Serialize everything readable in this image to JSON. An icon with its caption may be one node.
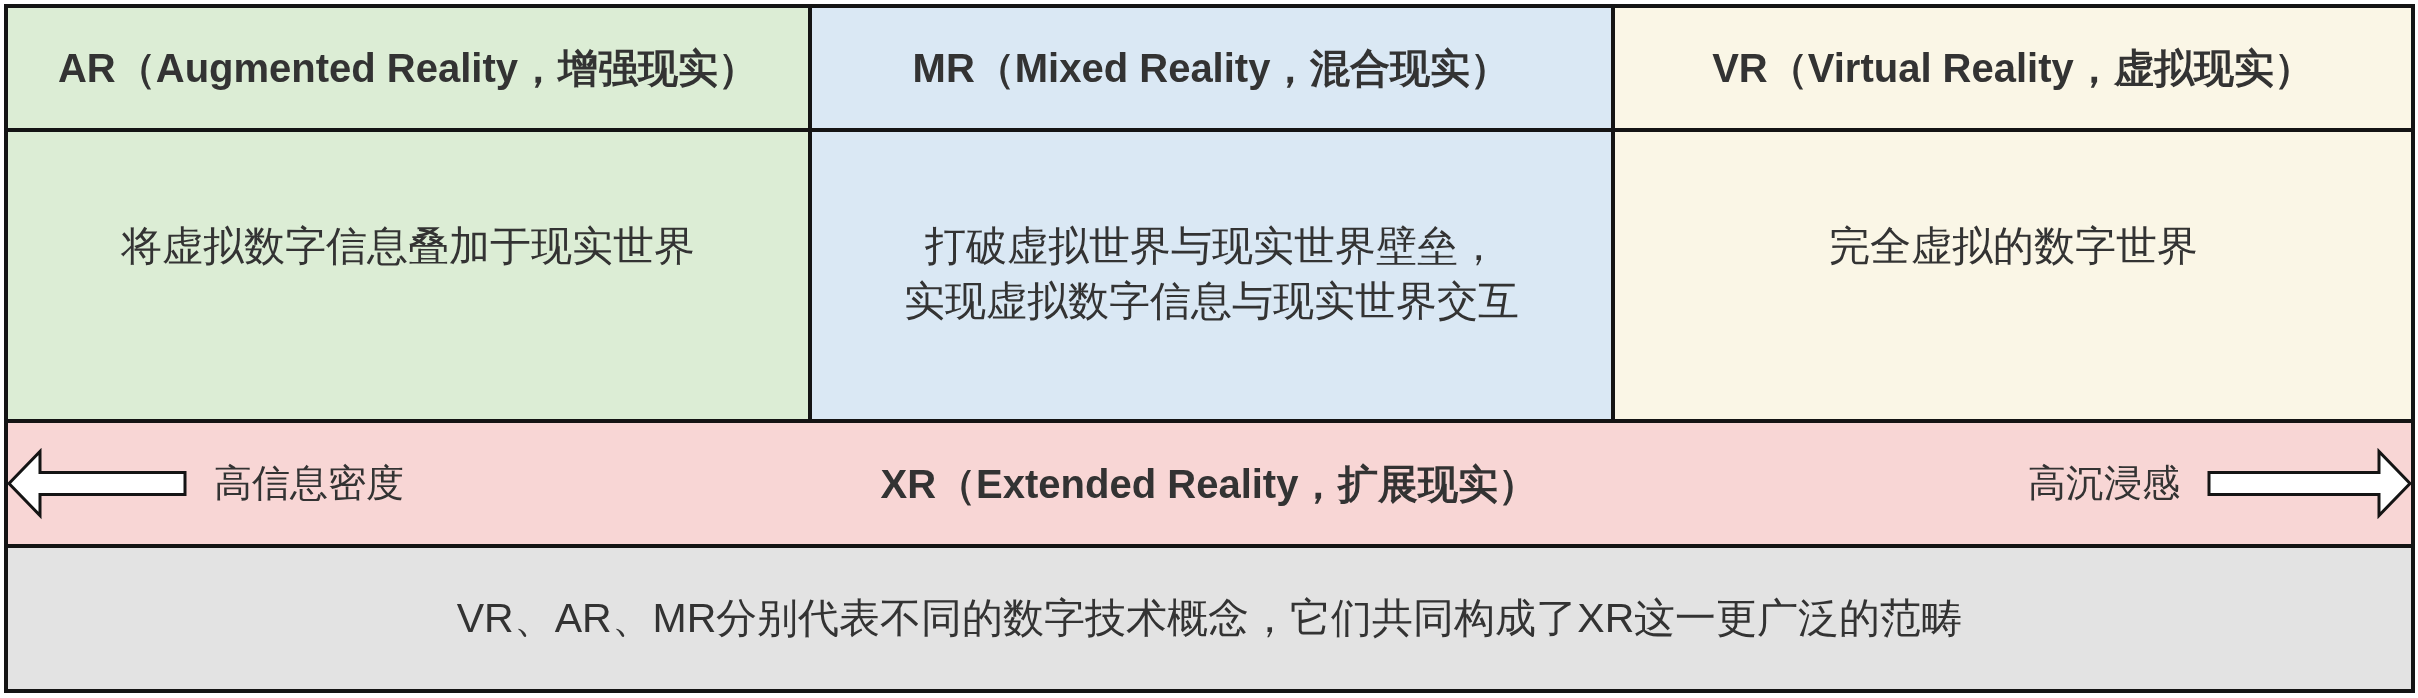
{
  "diagram": {
    "nodes": [
      {
        "text": [
          "AR（Augmented Reality，增强现实）"
        ]
      },
      {
        "text": [
          "MR（Mixed Reality，混合现实）"
        ]
      },
      {
        "text": [
          "VR（Virtual Reality，虚拟现实）"
        ]
      },
      {
        "text": [
          "将虚拟数字信息叠加于现实世界"
        ]
      },
      {
        "text": [
          "打破虚拟世界与现实世界壁垒，实现虚拟数字信息与现实世界交互"
        ]
      },
      {
        "text": [
          "完全虚拟的数字世界"
        ]
      },
      {
        "text": [
          "XR（Extended Reality，扩展现实）"
        ]
      },
      {
        "text": [
          "高信息密度"
        ],
        "in": 6
      },
      {
        "text": [
          "高沉浸感"
        ],
        "in": 6
      },
      {
        "text": [
          "VR、AR、MR分别代表不同的数字技术概念，它们共同构成了XR这一更广泛的范畴"
        ]
      }
    ],
    "edges": [
      {
        "from": 7,
        "to": null,
        "arrow": "to"
      },
      {
        "from": 8,
        "to": null,
        "arrow": "to"
      }
    ]
  }
}
